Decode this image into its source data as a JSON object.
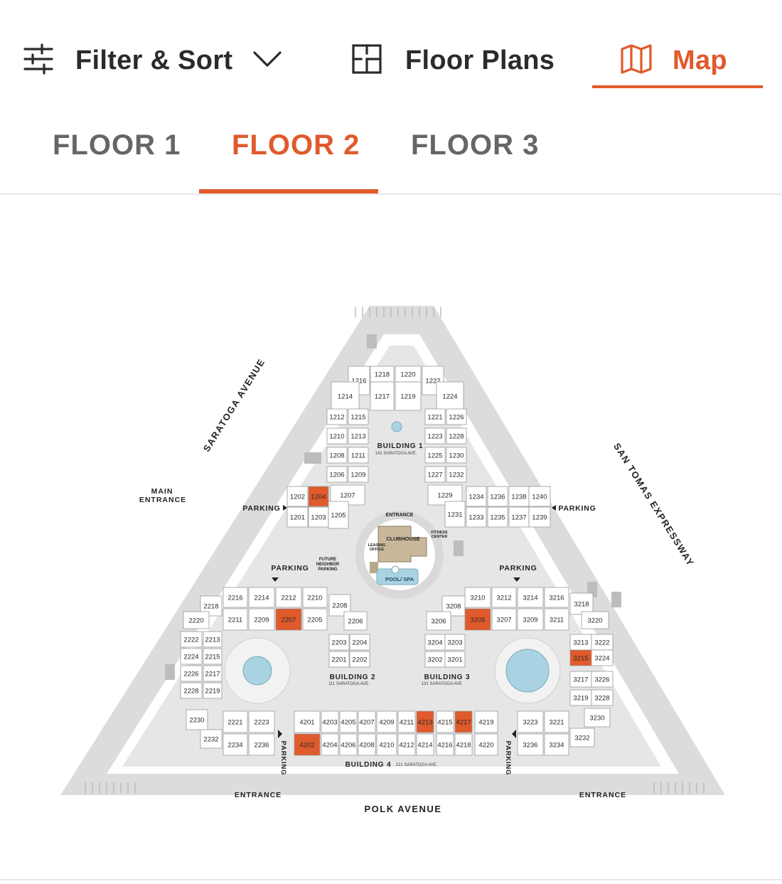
{
  "toolbar": {
    "filter_label": "Filter & Sort",
    "floorplans_label": "Floor Plans",
    "map_label": "Map",
    "icons": [
      "sliders-icon",
      "chevron-down-icon",
      "floorplan-icon",
      "map-icon"
    ],
    "accent_color": "#e05a2b"
  },
  "floor_tabs": [
    {
      "label": "FLOOR 1",
      "active": false
    },
    {
      "label": "FLOOR 2",
      "active": true
    },
    {
      "label": "FLOOR 3",
      "active": false
    }
  ],
  "map": {
    "streets": {
      "saratoga": "SARATOGA AVENUE",
      "san_tomas": "SAN TOMAS EXPRESSWAY",
      "polk": "POLK AVENUE"
    },
    "labels": {
      "main_entrance_1": "MAIN",
      "main_entrance_2": "ENTRANCE",
      "entrance_left": "ENTRANCE",
      "entrance_right": "ENTRANCE",
      "entrance_top": "ENTRANCE",
      "parking_b1_left": "PARKING",
      "parking_b1_right": "PARKING",
      "parking_left": "PARKING",
      "parking_right": "PARKING",
      "parking_v_left": "PARKING",
      "parking_v_right": "PARKING",
      "future_1": "FUTURE",
      "future_2": "NEIGHBOR",
      "future_3": "PARKING",
      "clubhouse": "CLUBHOUSE",
      "leasing_1": "LEASING",
      "leasing_2": "OFFICE",
      "fitness_1": "FITNESS",
      "fitness_2": "CENTER",
      "pool_spa": "POOL/ SPA"
    },
    "buildings": [
      {
        "name": "BUILDING 1",
        "address": "141 SARATOGA AVE."
      },
      {
        "name": "BUILDING 2",
        "address": "111 SARATOGA AVE."
      },
      {
        "name": "BUILDING 3",
        "address": "131 SARATOGA AVE."
      },
      {
        "name": "BUILDING 4",
        "address": "121 SARATOGA AVE."
      }
    ],
    "highlight_color": "#e05a2b",
    "units": [
      {
        "label": "1216",
        "hl": false
      },
      {
        "label": "1218",
        "hl": false
      },
      {
        "label": "1220",
        "hl": false
      },
      {
        "label": "1222",
        "hl": false
      },
      {
        "label": "1214",
        "hl": false
      },
      {
        "label": "1217",
        "hl": false
      },
      {
        "label": "1219",
        "hl": false
      },
      {
        "label": "1224",
        "hl": false
      },
      {
        "label": "1212",
        "hl": false
      },
      {
        "label": "1215",
        "hl": false
      },
      {
        "label": "1221",
        "hl": false
      },
      {
        "label": "1226",
        "hl": false
      },
      {
        "label": "1210",
        "hl": false
      },
      {
        "label": "1213",
        "hl": false
      },
      {
        "label": "1223",
        "hl": false
      },
      {
        "label": "1228",
        "hl": false
      },
      {
        "label": "1208",
        "hl": false
      },
      {
        "label": "1211",
        "hl": false
      },
      {
        "label": "1225",
        "hl": false
      },
      {
        "label": "1230",
        "hl": false
      },
      {
        "label": "1206",
        "hl": false
      },
      {
        "label": "1209",
        "hl": false
      },
      {
        "label": "1227",
        "hl": false
      },
      {
        "label": "1232",
        "hl": false
      },
      {
        "label": "1202",
        "hl": false
      },
      {
        "label": "1204",
        "hl": true
      },
      {
        "label": "1207",
        "hl": false
      },
      {
        "label": "1229",
        "hl": false
      },
      {
        "label": "1201",
        "hl": false
      },
      {
        "label": "1203",
        "hl": false
      },
      {
        "label": "1205",
        "hl": false
      },
      {
        "label": "1231",
        "hl": false
      },
      {
        "label": "1234",
        "hl": false
      },
      {
        "label": "1236",
        "hl": false
      },
      {
        "label": "1238",
        "hl": false
      },
      {
        "label": "1240",
        "hl": false
      },
      {
        "label": "1233",
        "hl": false
      },
      {
        "label": "1235",
        "hl": false
      },
      {
        "label": "1237",
        "hl": false
      },
      {
        "label": "1239",
        "hl": false
      },
      {
        "label": "2216",
        "hl": false
      },
      {
        "label": "2214",
        "hl": false
      },
      {
        "label": "2212",
        "hl": false
      },
      {
        "label": "2210",
        "hl": false
      },
      {
        "label": "2218",
        "hl": false
      },
      {
        "label": "2211",
        "hl": false
      },
      {
        "label": "2209",
        "hl": false
      },
      {
        "label": "2207",
        "hl": true
      },
      {
        "label": "2205",
        "hl": false
      },
      {
        "label": "2208",
        "hl": false
      },
      {
        "label": "2206",
        "hl": false
      },
      {
        "label": "2220",
        "hl": false
      },
      {
        "label": "2222",
        "hl": false
      },
      {
        "label": "2213",
        "hl": false
      },
      {
        "label": "2224",
        "hl": false
      },
      {
        "label": "2215",
        "hl": false
      },
      {
        "label": "2226",
        "hl": false
      },
      {
        "label": "2217",
        "hl": false
      },
      {
        "label": "2228",
        "hl": false
      },
      {
        "label": "2219",
        "hl": false
      },
      {
        "label": "2230",
        "hl": false
      },
      {
        "label": "2232",
        "hl": false
      },
      {
        "label": "2221",
        "hl": false
      },
      {
        "label": "2223",
        "hl": false
      },
      {
        "label": "2234",
        "hl": false
      },
      {
        "label": "2236",
        "hl": false
      },
      {
        "label": "2203",
        "hl": false
      },
      {
        "label": "2204",
        "hl": false
      },
      {
        "label": "2201",
        "hl": false
      },
      {
        "label": "2202",
        "hl": false
      },
      {
        "label": "3210",
        "hl": false
      },
      {
        "label": "3212",
        "hl": false
      },
      {
        "label": "3214",
        "hl": false
      },
      {
        "label": "3216",
        "hl": false
      },
      {
        "label": "3208",
        "hl": false
      },
      {
        "label": "3218",
        "hl": false
      },
      {
        "label": "3206",
        "hl": false
      },
      {
        "label": "3205",
        "hl": true
      },
      {
        "label": "3207",
        "hl": false
      },
      {
        "label": "3209",
        "hl": false
      },
      {
        "label": "3211",
        "hl": false
      },
      {
        "label": "3220",
        "hl": false
      },
      {
        "label": "3204",
        "hl": false
      },
      {
        "label": "3203",
        "hl": false
      },
      {
        "label": "3202",
        "hl": false
      },
      {
        "label": "3201",
        "hl": false
      },
      {
        "label": "3213",
        "hl": false
      },
      {
        "label": "3222",
        "hl": false
      },
      {
        "label": "3215",
        "hl": true
      },
      {
        "label": "3224",
        "hl": false
      },
      {
        "label": "3217",
        "hl": false
      },
      {
        "label": "3226",
        "hl": false
      },
      {
        "label": "3219",
        "hl": false
      },
      {
        "label": "3228",
        "hl": false
      },
      {
        "label": "3230",
        "hl": false
      },
      {
        "label": "3232",
        "hl": false
      },
      {
        "label": "3223",
        "hl": false
      },
      {
        "label": "3221",
        "hl": false
      },
      {
        "label": "3236",
        "hl": false
      },
      {
        "label": "3234",
        "hl": false
      },
      {
        "label": "4201",
        "hl": false
      },
      {
        "label": "4203",
        "hl": false
      },
      {
        "label": "4205",
        "hl": false
      },
      {
        "label": "4207",
        "hl": false
      },
      {
        "label": "4209",
        "hl": false
      },
      {
        "label": "4211",
        "hl": false
      },
      {
        "label": "4213",
        "hl": true
      },
      {
        "label": "4215",
        "hl": false
      },
      {
        "label": "4217",
        "hl": true
      },
      {
        "label": "4219",
        "hl": false
      },
      {
        "label": "4202",
        "hl": true
      },
      {
        "label": "4204",
        "hl": false
      },
      {
        "label": "4206",
        "hl": false
      },
      {
        "label": "4208",
        "hl": false
      },
      {
        "label": "4210",
        "hl": false
      },
      {
        "label": "4212",
        "hl": false
      },
      {
        "label": "4214",
        "hl": false
      },
      {
        "label": "4216",
        "hl": false
      },
      {
        "label": "4218",
        "hl": false
      },
      {
        "label": "4220",
        "hl": false
      }
    ]
  }
}
